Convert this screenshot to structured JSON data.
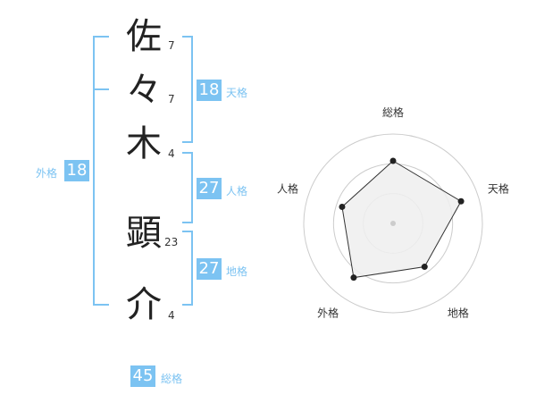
{
  "name": {
    "chars": [
      {
        "char": "佐",
        "strokes": "7"
      },
      {
        "char": "々",
        "strokes": "7"
      },
      {
        "char": "木",
        "strokes": "4"
      },
      {
        "char": "顕",
        "strokes": "23"
      },
      {
        "char": "介",
        "strokes": "4"
      }
    ]
  },
  "scores": {
    "tenkaku": {
      "value": "18",
      "label": "天格"
    },
    "jinkaku": {
      "value": "27",
      "label": "人格"
    },
    "chikaku": {
      "value": "27",
      "label": "地格"
    },
    "gaikaku": {
      "value": "18",
      "label": "外格"
    },
    "soukaku": {
      "value": "45",
      "label": "総格"
    }
  },
  "chart_data": {
    "type": "radar",
    "axes": [
      "総格",
      "天格",
      "地格",
      "外格",
      "人格"
    ],
    "values": [
      0.7,
      0.8,
      0.6,
      0.75,
      0.6
    ],
    "range": [
      0,
      1
    ],
    "rings": 3,
    "colors": {
      "ring": "#cccccc",
      "fill": "#eeeeee",
      "line": "#333333",
      "point": "#222222",
      "center": "#cccccc",
      "accent": "#7cc3f2"
    }
  }
}
